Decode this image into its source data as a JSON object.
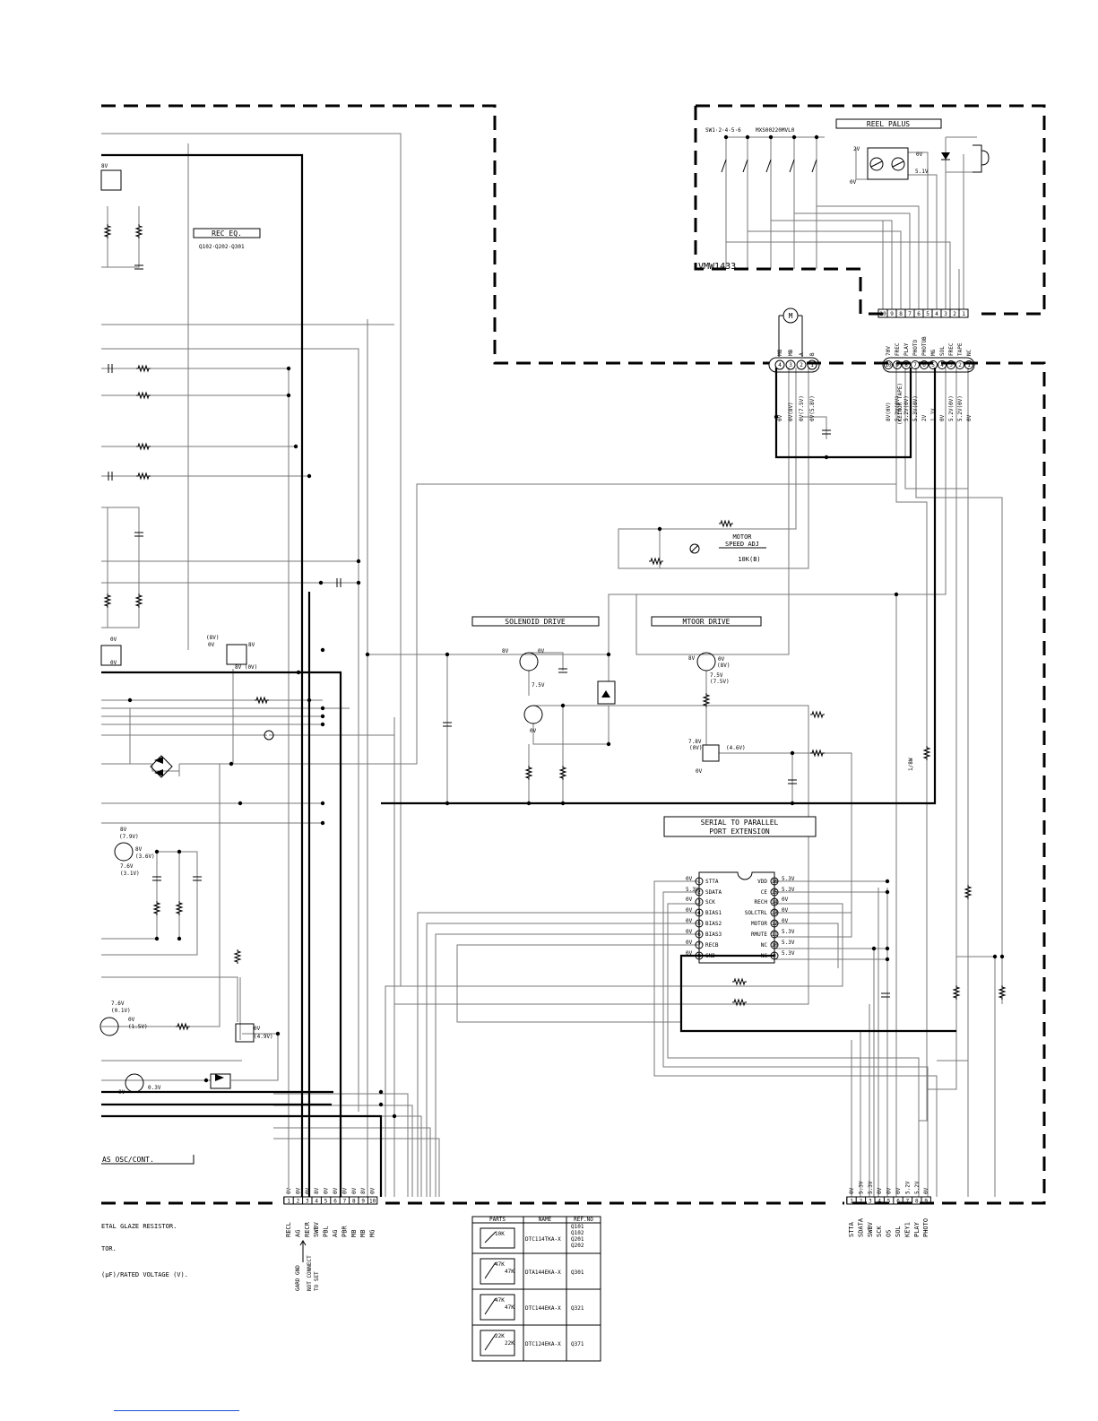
{
  "rec_eq": {
    "title": "REC EQ.",
    "refs": "Q102·Q202·Q301"
  },
  "reel_pulse": {
    "title": "REEL PALUS",
    "switch_note": "SW1·2·4·5·6",
    "switch_part": "MXS00220MVL0",
    "module": "VMW1433",
    "v_2v": "2V",
    "v_0v_top": "0V",
    "v_0v_left": "0V",
    "v_51": "5.1V"
  },
  "reel_connector": {
    "pins": [
      "10",
      "9",
      "8",
      "7",
      "6",
      "5",
      "4",
      "3",
      "2",
      "1"
    ]
  },
  "motor_connector": {
    "pins": [
      "4",
      "3",
      "2",
      "1"
    ],
    "signals": [
      "MG",
      "MB",
      "A",
      "B"
    ],
    "voltages": [
      "0V",
      "0V(8V)",
      "0V(7.5V)",
      "0V(5.8V)"
    ],
    "motor": "M"
  },
  "deck_connector": {
    "pins": [
      "10",
      "9",
      "8",
      "7",
      "6",
      "5",
      "4",
      "3",
      "2",
      "1"
    ],
    "signals": [
      "70V",
      "FREC",
      "PLAY",
      "PHOTO",
      "PHOTOB",
      "MG",
      "SOL",
      "FREC",
      "TAPE",
      "NC"
    ],
    "voltages": [
      "8V(0V)",
      "5.2V(0V)",
      "5.2V(0V)",
      "5.3V(0V)",
      "2V",
      "1.1V",
      "0V",
      "5.2V(0V)",
      "5.2V(0V)",
      "0V"
    ],
    "note": "(KEINOR TAPE)"
  },
  "motor_speed": {
    "title": "MOTOR",
    "subtitle": "SPEED ADJ",
    "value": "10K(B)"
  },
  "solenoid": {
    "title": "SOLENOID DRIVE",
    "v8": "8V",
    "v0": "0V",
    "v75": "7.5V",
    "v0b": "0V"
  },
  "motor_drive": {
    "title": "MTOOR DRIVE",
    "v8": "8V",
    "v0": "0V",
    "v8p": "(8V)",
    "v75": "7.5V",
    "v75p": "(7.5V)",
    "v78": "7.8V",
    "v0p": "(0V)",
    "v46": "(4.6V)",
    "v0b": "0V"
  },
  "extension_box": {
    "line1": "SERIAL TO PARALLEL",
    "line2": "PORT EXTENSION"
  },
  "ic": {
    "left_pins": [
      {
        "num": "1",
        "name": "STTA",
        "v": "0V"
      },
      {
        "num": "2",
        "name": "SDATA",
        "v": "5.3V"
      },
      {
        "num": "3",
        "name": "SCK",
        "v": "0V"
      },
      {
        "num": "4",
        "name": "BIAS1",
        "v": "0V"
      },
      {
        "num": "5",
        "name": "BIAS2",
        "v": "0V"
      },
      {
        "num": "6",
        "name": "BIAS3",
        "v": "0V"
      },
      {
        "num": "7",
        "name": "RECB",
        "v": "0V"
      },
      {
        "num": "8",
        "name": "GND",
        "v": "0V"
      }
    ],
    "right_pins": [
      {
        "num": "16",
        "name": "VDD",
        "v": "5.3V"
      },
      {
        "num": "15",
        "name": "CE",
        "v": "5.3V"
      },
      {
        "num": "14",
        "name": "RECH",
        "v": "0V"
      },
      {
        "num": "13",
        "name": "SOLCTRL",
        "v": "0V"
      },
      {
        "num": "12",
        "name": "MOTOR",
        "v": "0V"
      },
      {
        "num": "11",
        "name": "RMUTE",
        "v": "5.3V"
      },
      {
        "num": "10",
        "name": "NC",
        "v": "5.3V"
      },
      {
        "num": "9",
        "name": "NC",
        "v": "5.3V"
      }
    ]
  },
  "left_labels": {
    "q_top_8v": "8V",
    "q_mid_0v": "0V",
    "q_mid_0v2": "0V",
    "sw_8v_p": "(8V)",
    "sw_0v": "0V",
    "sw_8v": "8V",
    "sw_8v0": "8V (0V)",
    "qa_8v": "8V",
    "qa_79": "(7.9V)",
    "qa_8v2": "8V",
    "qa_36": "(3.6V)",
    "qa_76": "7.6V",
    "qa_31": "(3.1V)",
    "qb_76": "7.6V",
    "qb_01": "(0.1V)",
    "qb_0v": "0V",
    "qb_15": "(1.5V)",
    "qc_0v": "0V",
    "qc_49": "(4.9V)",
    "qd_0v": "0V",
    "qd_03": "0.3V",
    "bias": "AS OSC/CONT.",
    "r_1w": "1/8W"
  },
  "bottom_left_connector": {
    "pins": [
      "1",
      "2",
      "3",
      "4",
      "5",
      "6",
      "7",
      "8",
      "9",
      "10"
    ],
    "voltages": [
      "0V",
      "0V",
      "0V",
      "8V",
      "0V",
      "0V",
      "0V",
      "0V",
      "8V",
      "0V"
    ],
    "signals": [
      "RECL",
      "AG",
      "RECR",
      "SWBV",
      "PBL",
      "AG",
      "PBR",
      "MB",
      "MB",
      "MG"
    ],
    "gnd_note": "GARD GND",
    "not_connect": "NOT CONNECT",
    "to_set": "TO SET"
  },
  "bottom_right_connector": {
    "pins": [
      "1",
      "2",
      "3",
      "4",
      "5",
      "6",
      "7",
      "8",
      "9"
    ],
    "voltages": [
      "0V",
      "5.3V",
      "5.3V",
      "0V",
      "0V",
      "0V",
      "5.2V",
      "5.2V",
      "0V"
    ],
    "signals": [
      "STTA",
      "SDATA",
      "SWBV",
      "SCK",
      "OS",
      "SOL",
      "KEY1",
      "PLAY",
      "PHOTO"
    ]
  },
  "notes": {
    "line1": "ETAL GLAZE RESISTOR.",
    "line2": "TOR.",
    "line3": "(µF)/RATED VOLTAGE (V)."
  },
  "parts_table": {
    "headers": [
      "PARTS",
      "NAME",
      "REF.NO"
    ],
    "rows": [
      {
        "name": "DTC114TKA-X",
        "refs": [
          "Q101",
          "Q102",
          "Q201",
          "Q202"
        ],
        "r1": "10K",
        "r2": ""
      },
      {
        "name": "DTA144EKA-X",
        "refs": [
          "Q301"
        ],
        "r1": "47K",
        "r2": "47K"
      },
      {
        "name": "DTC144EKA-X",
        "refs": [
          "Q321"
        ],
        "r1": "47K",
        "r2": "47K"
      },
      {
        "name": "DTC124EKA-X",
        "refs": [
          "Q371"
        ],
        "r1": "22K",
        "r2": "22K"
      }
    ]
  }
}
